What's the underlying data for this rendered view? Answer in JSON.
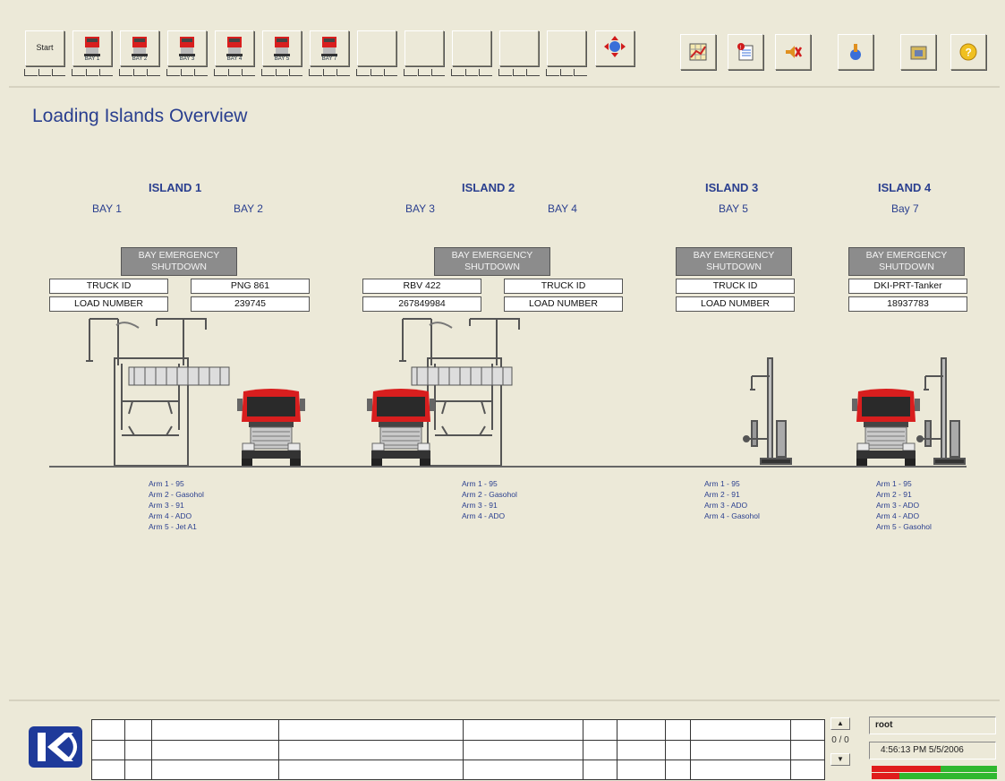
{
  "toolbar": {
    "start_label": "Start",
    "bay_buttons": [
      "BAY 1",
      "BAY 2",
      "BAY 3",
      "BAY 4",
      "BAY 5",
      "BAY 7"
    ]
  },
  "page": {
    "title": "Loading Islands Overview"
  },
  "islands": [
    {
      "title": "ISLAND 1",
      "bays": [
        "BAY 1",
        "BAY 2"
      ],
      "esd": "BAY EMERGENCY SHUTDOWN",
      "left_truck_id": "TRUCK ID",
      "left_load": "LOAD NUMBER",
      "right_truck_id": "PNG 861",
      "right_load": "239745",
      "arms": [
        "Arm 1 - 95",
        "Arm 2 - Gasohol",
        "Arm 3 - 91",
        "Arm 4 - ADO",
        "Arm 5 - Jet A1"
      ]
    },
    {
      "title": "ISLAND 2",
      "bays": [
        "BAY 3",
        "BAY 4"
      ],
      "esd": "BAY EMERGENCY SHUTDOWN",
      "left_truck_id": "RBV 422",
      "left_load": "267849984",
      "right_truck_id": "TRUCK ID",
      "right_load": "LOAD NUMBER",
      "arms": [
        "Arm 1 - 95",
        "Arm 2 - Gasohol",
        "Arm 3 - 91",
        "Arm 4 - ADO"
      ]
    },
    {
      "title": "ISLAND 3",
      "bays": [
        "BAY 5"
      ],
      "esd": "BAY EMERGENCY SHUTDOWN",
      "truck_id": "TRUCK ID",
      "load": "LOAD NUMBER",
      "arms": [
        "Arm 1 - 95",
        "Arm 2 - 91",
        "Arm 3 - ADO",
        "Arm 4 - Gasohol"
      ]
    },
    {
      "title": "ISLAND 4",
      "bays": [
        "Bay 7"
      ],
      "esd": "BAY EMERGENCY SHUTDOWN",
      "truck_id": "DKI-PRT-Tanker",
      "load": "18937783",
      "arms": [
        "Arm 1 - 95",
        "Arm 2 - 91",
        "Arm 3 - ADO",
        "Arm 4 - ADO",
        "Arm 5 - Gasohol"
      ]
    }
  ],
  "footer": {
    "counter": "0 / 0",
    "user": "root",
    "datetime": "4:56:13 PM  5/5/2006",
    "bar1_fill": 0.55,
    "bar2_fill": 0.22
  },
  "colors": {
    "background": "#ECE9D8",
    "accent": "#2a3f8f",
    "truck_red": "#d81e1e"
  }
}
